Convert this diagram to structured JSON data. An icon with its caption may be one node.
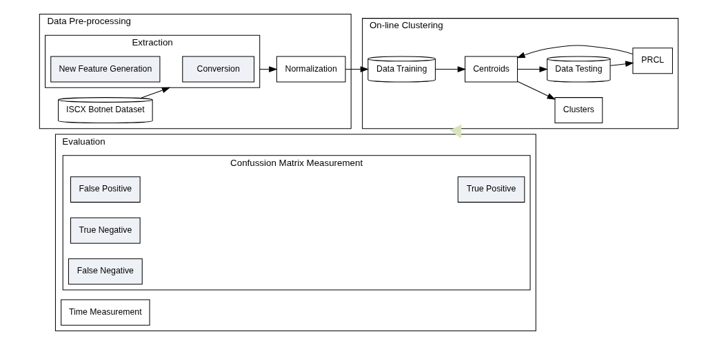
{
  "diagram": {
    "nodes": [
      {
        "text": [
          "Data Pre-processing"
        ]
      },
      {
        "text": [
          "ISCX Botnet Dataset"
        ],
        "in": 0
      },
      {
        "text": [
          "Extraction"
        ],
        "in": 0
      },
      {
        "text": [
          "Conversion"
        ],
        "in": 2
      },
      {
        "text": [
          "New Feature Generation"
        ],
        "in": 2
      },
      {
        "text": [
          "Normalization"
        ],
        "in": 0
      },
      {
        "text": [
          "On-line Clustering"
        ]
      },
      {
        "text": [
          "Data Training"
        ],
        "in": 6
      },
      {
        "text": [
          "Centroids"
        ],
        "in": 6
      },
      {
        "text": [
          "Clusters"
        ],
        "in": 6
      },
      {
        "text": [
          "Data Testing"
        ],
        "in": 6
      },
      {
        "text": [
          "PRCL"
        ],
        "in": 6
      },
      {
        "text": [
          "Evaluation"
        ]
      },
      {
        "text": [
          "Confussion Matrix Measurement"
        ],
        "in": 12
      },
      {
        "text": [
          "True Positive"
        ],
        "in": 13
      },
      {
        "text": [
          "False Positive"
        ],
        "in": 13
      },
      {
        "text": [
          "True Negative"
        ],
        "in": 13
      },
      {
        "text": [
          "False Negative"
        ],
        "in": 13
      },
      {
        "text": [
          "Time Measurement"
        ],
        "in": 12
      }
    ],
    "edges": [
      {
        "from": 1,
        "to": 2,
        "arrow": "to"
      },
      {
        "from": 2,
        "to": 5,
        "arrow": "to"
      },
      {
        "from": 5,
        "to": 7,
        "arrow": "to"
      },
      {
        "from": 7,
        "to": 8,
        "arrow": "to"
      },
      {
        "from": 8,
        "to": 9,
        "arrow": "to"
      },
      {
        "from": 8,
        "to": 10,
        "arrow": "to"
      },
      {
        "from": 10,
        "to": 11,
        "arrow": "to"
      },
      {
        "from": 11,
        "to": 8,
        "arrow": "to"
      },
      {
        "from": 6,
        "to": 12,
        "arrow": "to",
        "style": "thick",
        "color": "#d7e4bd"
      }
    ]
  }
}
